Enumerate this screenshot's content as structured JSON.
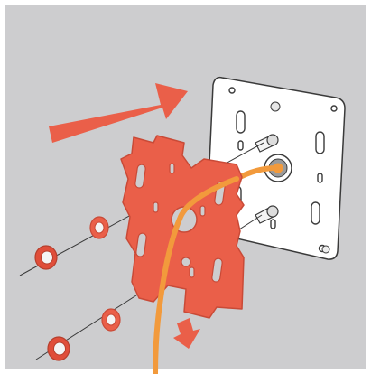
{
  "illustration": {
    "subject": "mounting-plate-assembly",
    "parts": [
      "wall-plate",
      "bracket",
      "washer",
      "nut",
      "cable",
      "stud"
    ],
    "colors": {
      "background": "#cdcdcf",
      "bracket": "#ea5f49",
      "bracket_stroke": "#c94a37",
      "cable": "#f29a3c",
      "arrow": "#ea5f49",
      "wall_plate": "#ffffff",
      "outline": "#3a3a3a"
    },
    "arrows": [
      {
        "name": "insert-direction-arrow",
        "icon": "arrow-right-icon"
      },
      {
        "name": "cable-direction-arrow",
        "icon": "arrow-down-icon"
      }
    ]
  }
}
